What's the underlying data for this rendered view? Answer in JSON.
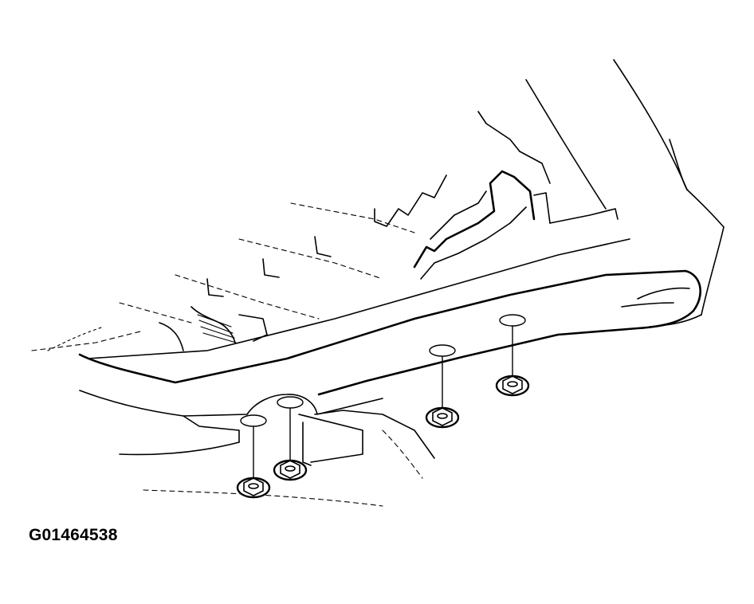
{
  "figure": {
    "id_label": "G01464538"
  },
  "components": {
    "nut_count": 4,
    "hole_count": 4
  }
}
